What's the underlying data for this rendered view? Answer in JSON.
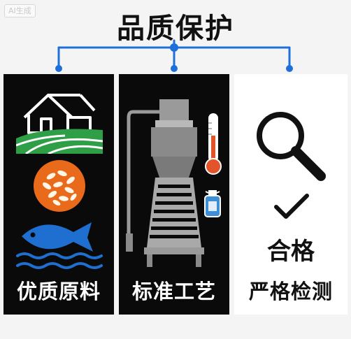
{
  "watermark": "AI生成",
  "title": "品质保护",
  "panels": [
    {
      "label": "优质原料",
      "icons": [
        "farm-house-icon",
        "rice-grain-icon",
        "fish-icon"
      ]
    },
    {
      "label": "标准工艺",
      "icons": [
        "conveyor-machine-icon",
        "thermometer-icon",
        "sample-bottle-icon"
      ]
    },
    {
      "label": "严格检测",
      "icons": [
        "magnifier-icon",
        "checkmark-icon"
      ],
      "pass_text": "合格"
    }
  ],
  "colors": {
    "connector": "#1e6fd9",
    "panel_dark": "#0a0a0a",
    "panel_light": "#ffffff",
    "field_green": "#2e9e47",
    "rice_orange": "#ea6a1c",
    "fish_blue": "#1f6fd1",
    "metal_gray": "#9a9a9a",
    "thermo_red": "#e3542a",
    "bottle_blue": "#3e8fd8"
  }
}
